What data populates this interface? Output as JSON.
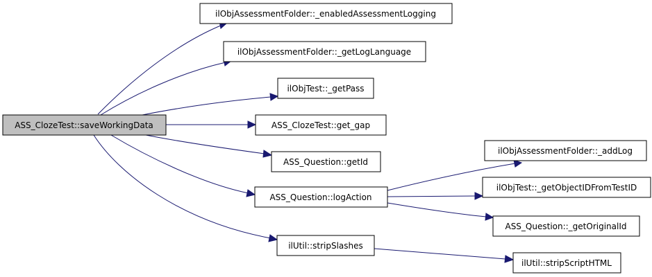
{
  "graph": {
    "nodes": {
      "root": "ASS_ClozeTest::saveWorkingData",
      "enabledLogging": "ilObjAssessmentFolder::_enabledAssessmentLogging",
      "getLogLanguage": "ilObjAssessmentFolder::_getLogLanguage",
      "getPass": "ilObjTest::_getPass",
      "getGap": "ASS_ClozeTest::get_gap",
      "getId": "ASS_Question::getId",
      "logAction": "ASS_Question::logAction",
      "stripSlashes": "ilUtil::stripSlashes",
      "addLog": "ilObjAssessmentFolder::_addLog",
      "getObjectID": "ilObjTest::_getObjectIDFromTestID",
      "getOriginalId": "ASS_Question::_getOriginalId",
      "stripScriptHTML": "ilUtil::stripScriptHTML"
    },
    "highlighted_node": "root",
    "edges": [
      [
        "root",
        "enabledLogging"
      ],
      [
        "root",
        "getLogLanguage"
      ],
      [
        "root",
        "getPass"
      ],
      [
        "root",
        "getGap"
      ],
      [
        "root",
        "getId"
      ],
      [
        "root",
        "logAction"
      ],
      [
        "root",
        "stripSlashes"
      ],
      [
        "logAction",
        "addLog"
      ],
      [
        "logAction",
        "getObjectID"
      ],
      [
        "logAction",
        "getOriginalId"
      ],
      [
        "stripSlashes",
        "stripScriptHTML"
      ]
    ],
    "colors": {
      "edge": "#191970",
      "highlight_fill": "#bfbfbf",
      "node_fill": "#ffffff",
      "border": "#000000"
    }
  }
}
